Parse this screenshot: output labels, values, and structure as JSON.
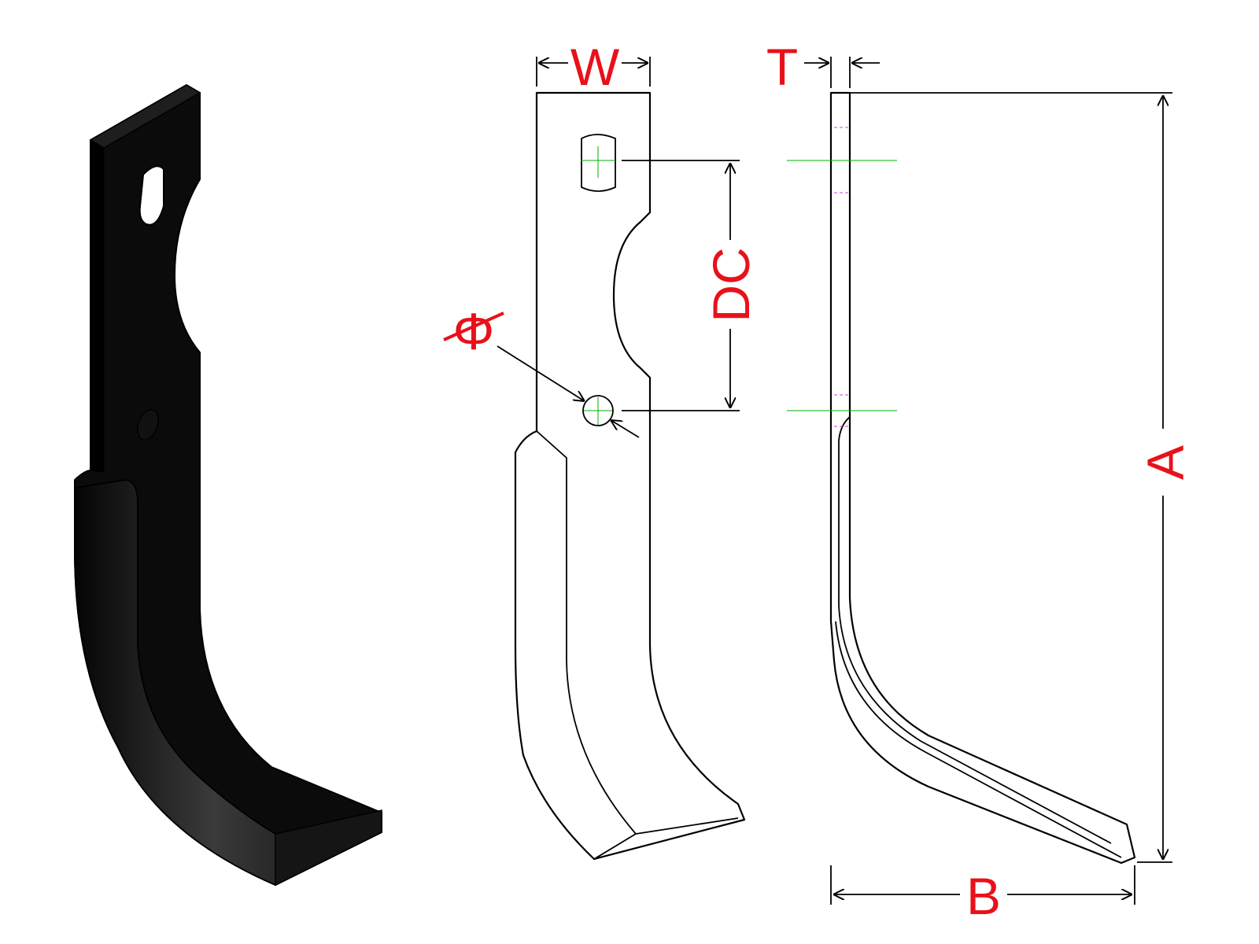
{
  "labels": {
    "width": "W",
    "thickness": "T",
    "hole_distance": "DC",
    "hole_diameter": "Φ",
    "height": "A",
    "reach": "B"
  },
  "colors": {
    "dimension_text": "#e8111a",
    "line": "#000000",
    "center_line": "#00b000",
    "hidden_line": "#cc44cc",
    "solid_fill": "#0b0b0b"
  }
}
